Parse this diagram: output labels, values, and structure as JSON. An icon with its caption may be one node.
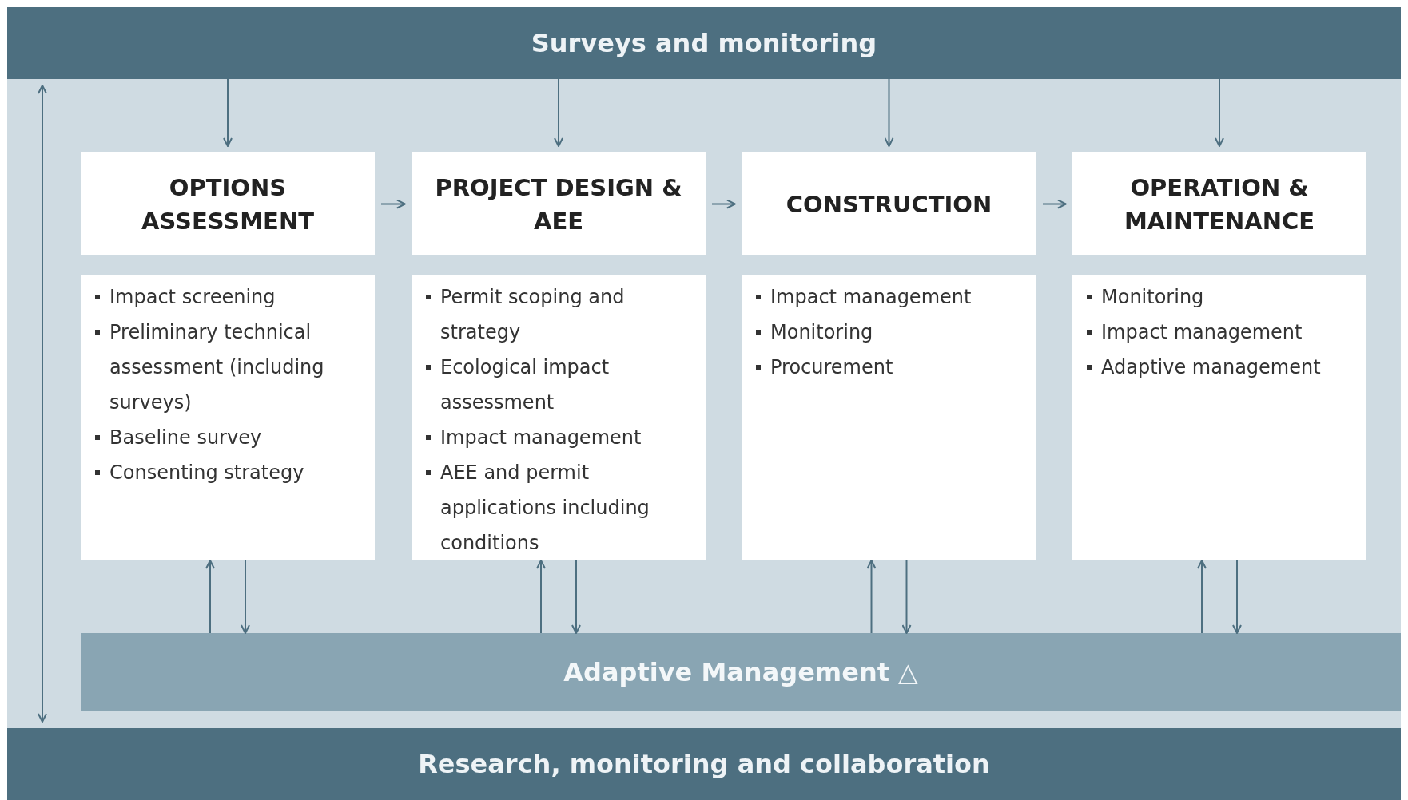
{
  "diagram": {
    "nodes": [
      {
        "text": [
          "Surveys and monitoring"
        ]
      },
      {
        "text": [
          "Research, monitoring and collaboration"
        ]
      },
      {
        "text": [
          "Adaptive Management △"
        ]
      },
      {
        "text": [
          "OPTIONS ASSESSMENT"
        ]
      },
      {
        "text": [
          "PROJECT DESIGN & AEE"
        ]
      },
      {
        "text": [
          "CONSTRUCTION"
        ]
      },
      {
        "text": [
          "OPERATION & MAINTENANCE"
        ]
      },
      {
        "text": [
          "Impact screening",
          "Preliminary technical assessment (including surveys)",
          "Baseline survey",
          "Consenting strategy"
        ]
      },
      {
        "text": [
          "Permit scoping and strategy",
          "Ecological impact assessment",
          "Impact management",
          "AEE and permit applications including conditions"
        ]
      },
      {
        "text": [
          "Impact management",
          "Monitoring",
          "Procurement"
        ]
      },
      {
        "text": [
          "Monitoring",
          "Impact management",
          "Adaptive management"
        ]
      }
    ],
    "edges": [
      {
        "from": 0,
        "to": 1,
        "arrow": "both"
      },
      {
        "from": 0,
        "to": 3,
        "arrow": "to"
      },
      {
        "from": 0,
        "to": 4,
        "arrow": "to"
      },
      {
        "from": 0,
        "to": 5,
        "arrow": "to"
      },
      {
        "from": 0,
        "to": 6,
        "arrow": "to"
      },
      {
        "from": 3,
        "to": 4,
        "arrow": "to"
      },
      {
        "from": 4,
        "to": 5,
        "arrow": "to"
      },
      {
        "from": 5,
        "to": 6,
        "arrow": "to"
      },
      {
        "from": 2,
        "to": 7,
        "arrow": "to"
      },
      {
        "from": 7,
        "to": 2,
        "arrow": "to"
      },
      {
        "from": 2,
        "to": 8,
        "arrow": "to"
      },
      {
        "from": 8,
        "to": 2,
        "arrow": "to"
      },
      {
        "from": 2,
        "to": 9,
        "arrow": "to"
      },
      {
        "from": 9,
        "to": 2,
        "arrow": "to"
      },
      {
        "from": 2,
        "to": 10,
        "arrow": "to"
      },
      {
        "from": 10,
        "to": 2,
        "arrow": "to"
      }
    ]
  }
}
